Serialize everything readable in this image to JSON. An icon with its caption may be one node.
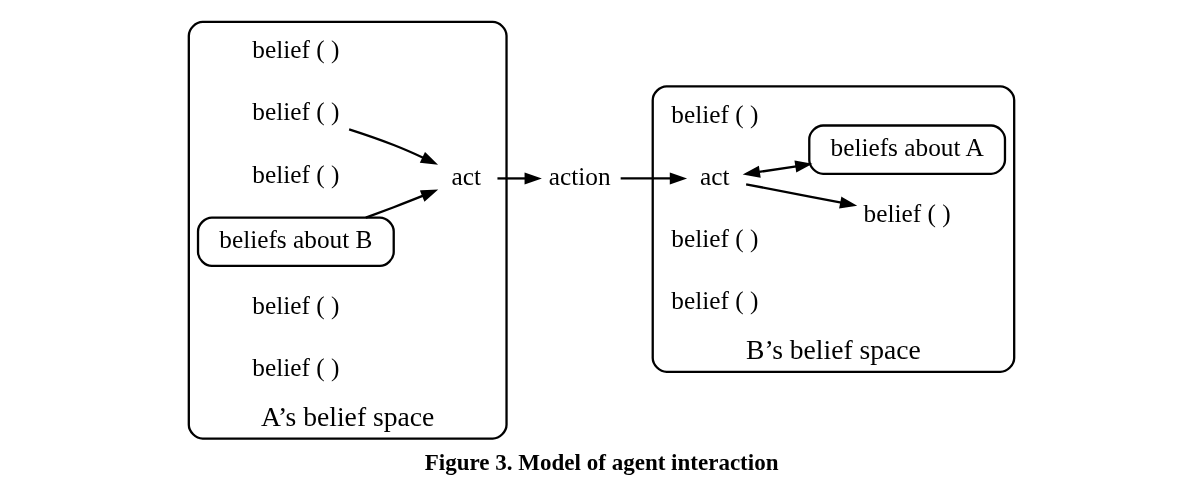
{
  "diagram": {
    "caption": "Figure 3. Model of agent interaction",
    "nodes": [
      {
        "text": [
          "A’s belief space"
        ]
      },
      {
        "text": [
          "belief ( )"
        ],
        "in": 0
      },
      {
        "text": [
          "belief ( )"
        ],
        "in": 0
      },
      {
        "text": [
          "belief ( )"
        ],
        "in": 0
      },
      {
        "text": [
          "act"
        ],
        "in": 0
      },
      {
        "text": [
          "beliefs about B"
        ],
        "in": 0
      },
      {
        "text": [
          "belief ( )"
        ],
        "in": 0
      },
      {
        "text": [
          "belief ( )"
        ],
        "in": 0
      },
      {
        "text": [
          "action"
        ]
      },
      {
        "text": [
          "B’s belief space"
        ]
      },
      {
        "text": [
          "belief ( )"
        ],
        "in": 9
      },
      {
        "text": [
          "act"
        ],
        "in": 9
      },
      {
        "text": [
          "belief ( )"
        ],
        "in": 9
      },
      {
        "text": [
          "belief ( )"
        ],
        "in": 9
      },
      {
        "text": [
          "beliefs about A"
        ],
        "in": 9
      },
      {
        "text": [
          "belief ( )"
        ],
        "in": 9
      }
    ],
    "edges": [
      {
        "from": 2,
        "to": 4,
        "arrow": "to"
      },
      {
        "from": 5,
        "to": 4,
        "arrow": "to"
      },
      {
        "from": 4,
        "to": 8,
        "arrow": "to"
      },
      {
        "from": 8,
        "to": 11,
        "arrow": "to"
      },
      {
        "from": 11,
        "to": 12,
        "arrow": "to"
      },
      {
        "from": 11,
        "to": 14,
        "arrow": "both"
      }
    ]
  }
}
